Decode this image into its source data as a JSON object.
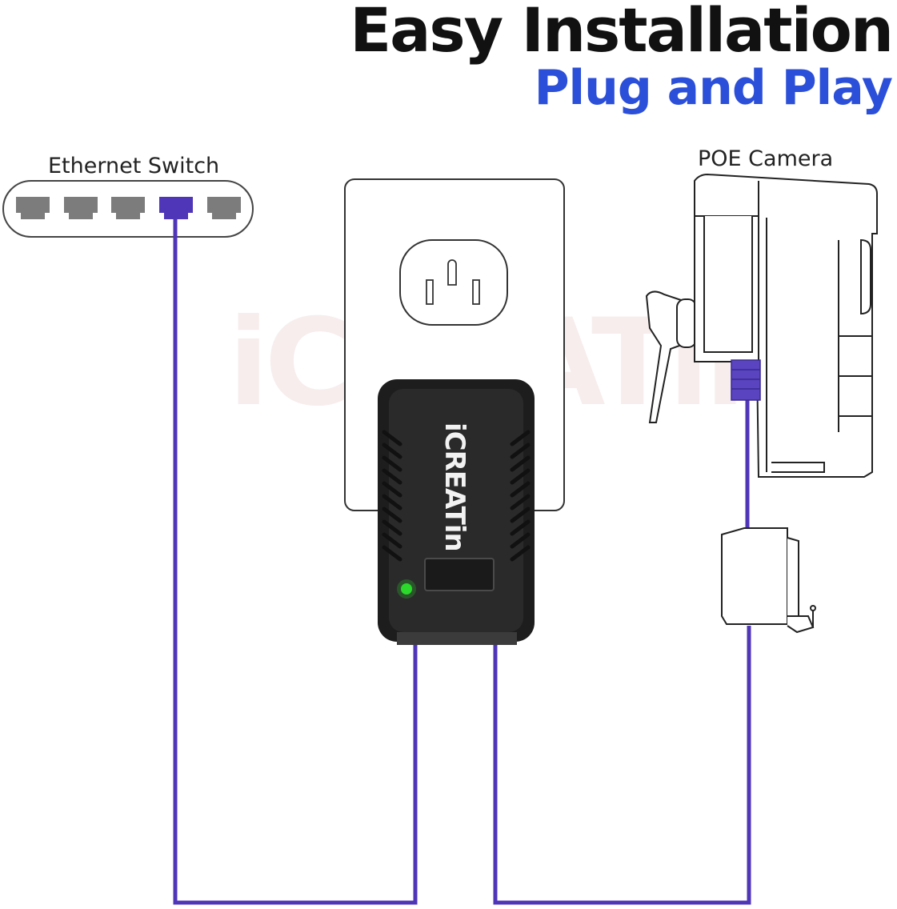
{
  "header": {
    "title": "Easy Installation",
    "subtitle": "Plug and Play"
  },
  "labels": {
    "ethernet_switch": "Ethernet Switch",
    "poe_camera": "POE Camera"
  },
  "injector": {
    "brand": "iCREATin",
    "led_color": "#2bd92b"
  },
  "switch": {
    "port_count": 5,
    "active_port": 4
  },
  "colors": {
    "cable": "#4f35b8",
    "subtitle": "#2b4fd8",
    "port_idle": "#7c7c7c",
    "port_active": "#4f35b8"
  }
}
